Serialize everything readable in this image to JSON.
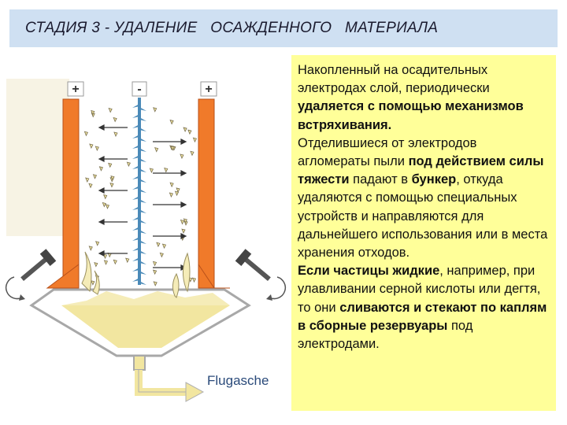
{
  "header": {
    "title": "СТАДИЯ 3 - УДАЛЕНИЕ   ОСАЖДЕННОГО   МАТЕРИАЛА"
  },
  "diagram": {
    "electrode_left_sign": "+",
    "electrode_center_sign": "-",
    "electrode_right_sign": "+",
    "outlet_label": "Flugasche",
    "colors": {
      "electrode": "#f07a2a",
      "discharge": "#4a8ab8",
      "dust": "#f2e6a0",
      "hammer": "#555555"
    },
    "icons": [
      "hammer-icon",
      "rotation-arrow-icon",
      "outlet-arrow-icon"
    ]
  },
  "text": {
    "p1": [
      {
        "t": "Накопленный на осадительных электродах слой, периодически ",
        "b": false
      },
      {
        "t": "удаляется с помощью механизмов встряхивания.",
        "b": true
      }
    ],
    "p2": [
      {
        "t": "Отделившиеся от электродов агломераты пыли ",
        "b": false
      },
      {
        "t": "под действием силы тяжести",
        "b": true
      },
      {
        "t": " падают в ",
        "b": false
      },
      {
        "t": "бункер",
        "b": true
      },
      {
        "t": ", откуда удаляются с помощью специальных устройств и направляются для дальнейшего использования или в места хранения отходов.",
        "b": false
      }
    ],
    "p3": [
      {
        "t": "Если частицы жидкие",
        "b": true
      },
      {
        "t": ", например, при улавливании серной кислоты или дегтя, то они ",
        "b": false
      },
      {
        "t": "сливаются и стекают по каплям в сборные резервуары",
        "b": true
      },
      {
        "t": " под электродами.",
        "b": false
      }
    ]
  }
}
